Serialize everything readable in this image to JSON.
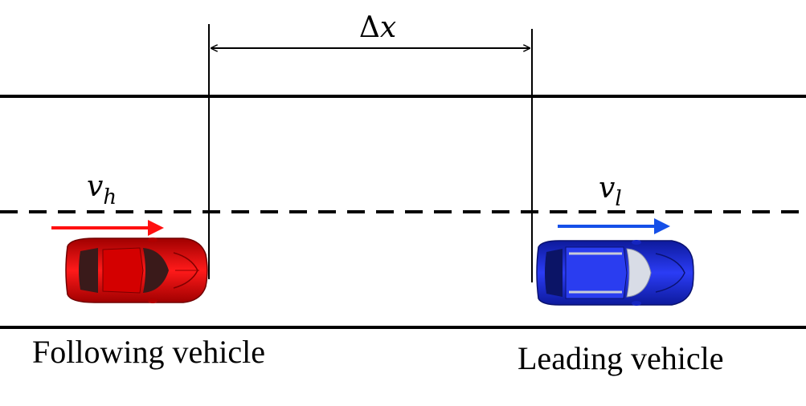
{
  "diagram": {
    "gap": {
      "delta_symbol": "Δ",
      "variable": "x"
    },
    "following": {
      "velocity_symbol": "v",
      "velocity_subscript": "h",
      "caption": "Following vehicle",
      "body_color": "#e00000",
      "arrow_color": "#ff1010"
    },
    "leading": {
      "velocity_symbol": "v",
      "velocity_subscript": "l",
      "caption": "Leading vehicle",
      "body_color": "#1f2fe0",
      "arrow_color": "#1650e8"
    },
    "road_color": "#000000"
  }
}
